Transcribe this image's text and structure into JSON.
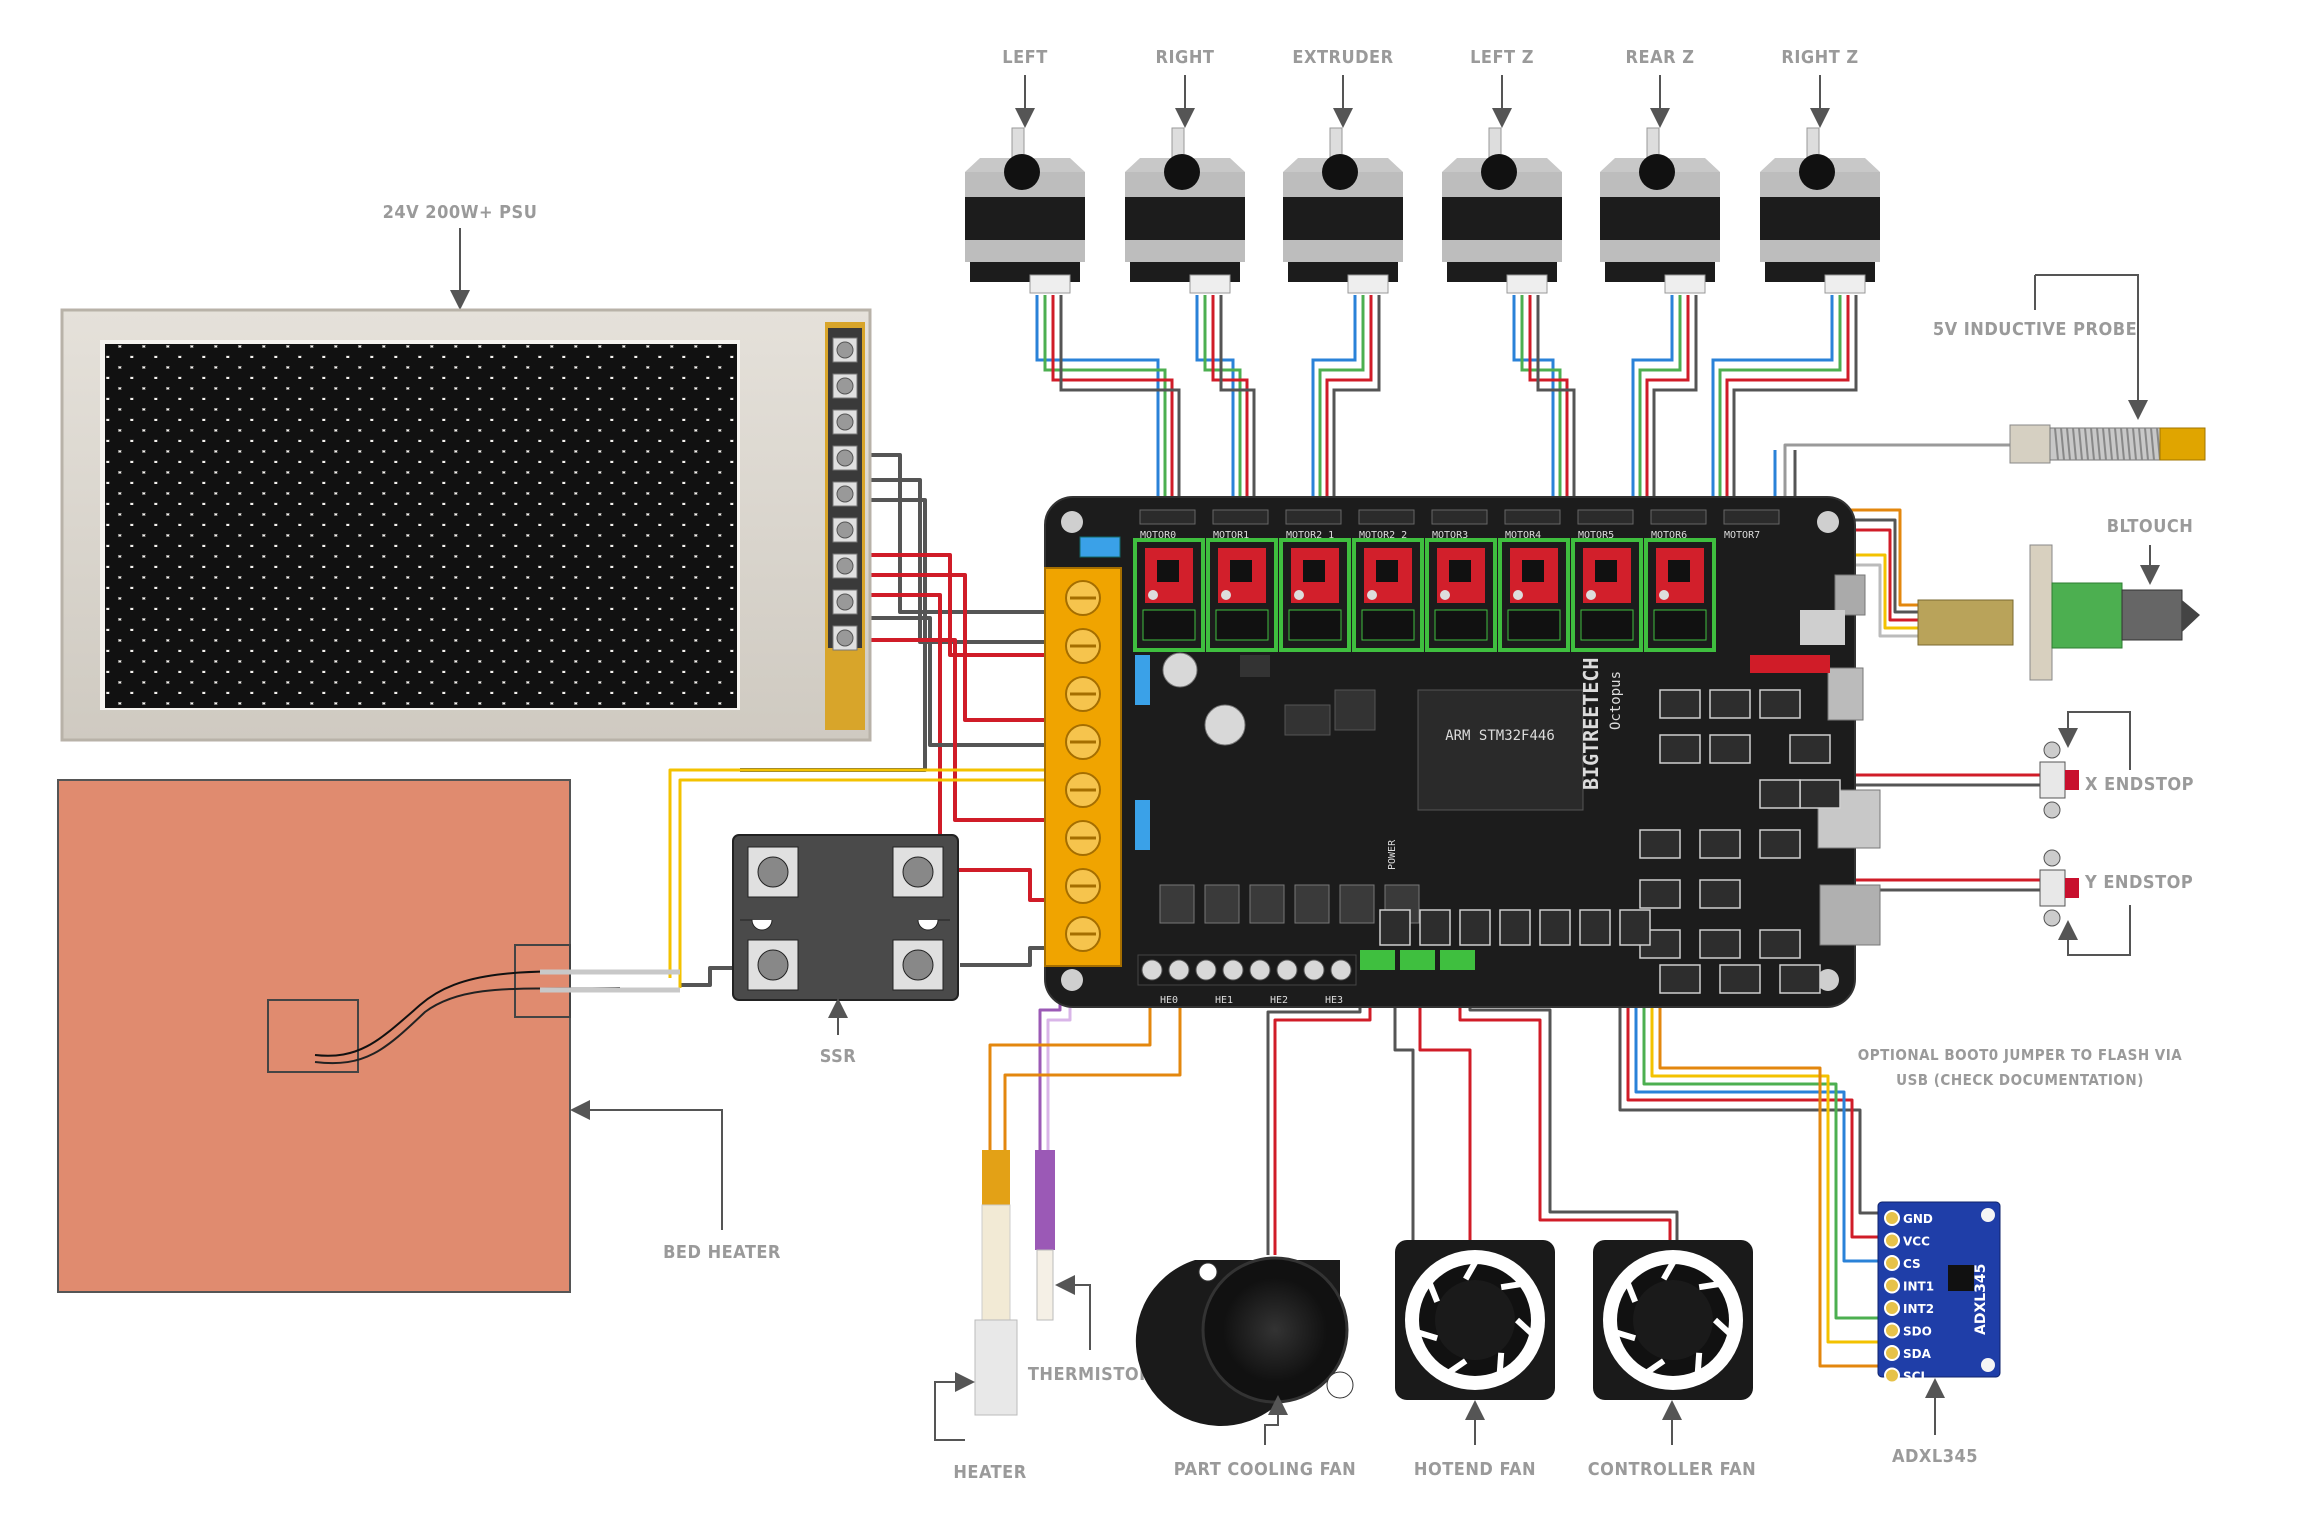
{
  "diagram": {
    "motor_labels": [
      "LEFT",
      "RIGHT",
      "EXTRUDER",
      "LEFT Z",
      "REAR Z",
      "RIGHT Z"
    ],
    "psu_label": "24V 200W+ PSU",
    "ssr_label": "SSR",
    "bed_heater_label": "BED HEATER",
    "heater_label": "HEATER",
    "thermistor_label": "THERMISTOR",
    "part_cooling_fan_label": "PART COOLING FAN",
    "hotend_fan_label": "HOTEND FAN",
    "controller_fan_label": "CONTROLLER FAN",
    "probe_label": "5V INDUCTIVE PROBE",
    "bltouch_label": "BLTOUCH",
    "x_endstop_label": "X ENDSTOP",
    "y_endstop_label": "Y ENDSTOP",
    "adxl_label": "ADXL345",
    "boot_note_line1": "OPTIONAL BOOT0 JUMPER TO FLASH VIA",
    "boot_note_line2": "USB (CHECK DOCUMENTATION)",
    "board": {
      "brand": "BIGTREETECH",
      "model": "Octopus",
      "motor_headers": [
        "MOTOR0",
        "MOTOR1",
        "MOTOR2_1",
        "MOTOR2_2",
        "MOTOR3",
        "MOTOR4",
        "MOTOR5",
        "MOTOR6",
        "MOTOR7"
      ],
      "heater_headers": [
        "HE0",
        "HE1",
        "HE2",
        "HE3"
      ],
      "power_label": "POWER",
      "chip_label": "ARM STM32F446"
    },
    "adxl_pins": [
      "GND",
      "VCC",
      "CS",
      "INT1",
      "INT2",
      "SDO",
      "SDA",
      "SCL"
    ],
    "adxl_chip_label": "ADXL345",
    "colors": {
      "bed": "#e08b6f",
      "board": "#1c1c1c",
      "terminal": "#f0a400",
      "driver": "#d21f2b",
      "driver_outline": "#3fbf3f",
      "wire_red": "#d01c28",
      "wire_black": "#555555",
      "wire_yellow": "#f3c200",
      "wire_orange": "#e3870e",
      "wire_green": "#4caf50",
      "wire_blue": "#2a82d8",
      "wire_purple": "#9b59b6",
      "adxl": "#1f3ea8"
    }
  }
}
